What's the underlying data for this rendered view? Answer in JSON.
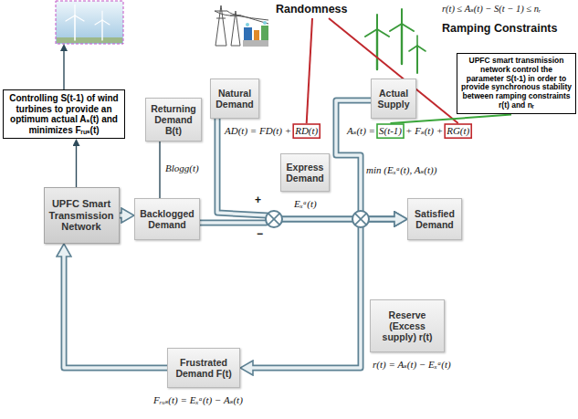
{
  "diagram": {
    "nodes": [
      {
        "text": [
          "Controlling S(t-1) of wind turbines to provide an optimum actual Aₛ(t) and minimizes Fᵣᵤₛ(t)"
        ]
      },
      {
        "text": [
          "UPFC Smart Transmission Network"
        ]
      },
      {
        "text": [
          "Backlogged Demand"
        ]
      },
      {
        "text": [
          "Returning Demand B(t)"
        ]
      },
      {
        "text": [
          "Natural Demand"
        ]
      },
      {
        "text": [
          "Express Demand"
        ]
      },
      {
        "text": [
          "Actual Supply"
        ]
      },
      {
        "text": [
          "Satisfied Demand"
        ]
      },
      {
        "text": [
          "Reserve (Excess supply) r(t)"
        ]
      },
      {
        "text": [
          "Frustrated Demand F(t)"
        ]
      },
      {
        "text": [
          "UPFC smart transmission network control the parameter S(t-1) in order to provide synchronous stability between ramping constraints r(t) and nᵣ"
        ]
      }
    ],
    "edges": [
      {
        "from": 1,
        "to": 0,
        "arrow": "to"
      },
      {
        "from": 1,
        "to": 2,
        "arrow": "to"
      },
      {
        "from": 2,
        "to": 3,
        "label": "Blogg(t)",
        "arrow": "none"
      },
      {
        "from": 4,
        "to": 7,
        "arrow": "to"
      },
      {
        "from": 2,
        "to": 7,
        "arrow": "to"
      },
      {
        "from": 6,
        "to": 7,
        "label": "min (Eₓᵃ(t), Aₛ(t))",
        "arrow": "to"
      },
      {
        "from": 9,
        "to": 1,
        "arrow": "to"
      }
    ],
    "labels": [
      "Randomness",
      "r(t) ≤ Aₛ(t) − S(t − 1) ≤ nᵣ",
      "Ramping Constraints",
      "AD(t) = FD(t) +",
      "RD(t)",
      "Aₛ(t) =",
      "S(t-1)",
      "+ Fₛ(t) +",
      "RG(t)",
      "+",
      "−",
      "Eₓᵃ(t)",
      "r(t) = Aₛ(t) − Eₓᵃ(t)",
      "Fᵣᵤₛ(t) = Eₓᵃ(t) − Aₛ(t)"
    ]
  }
}
